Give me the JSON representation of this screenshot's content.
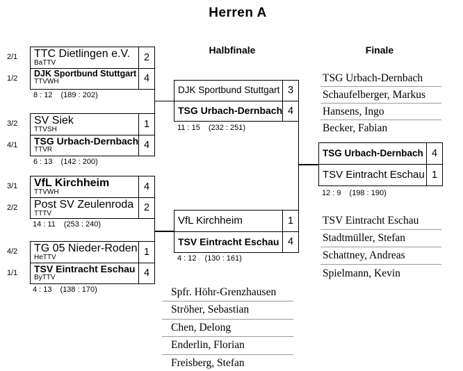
{
  "title": "Herren A",
  "labels": {
    "semifinal": "Halbfinale",
    "final": "Finale"
  },
  "colors": {
    "text": "#000000",
    "background": "#ffffff",
    "line": "#000000",
    "roster_separator": "#999999"
  },
  "round1": {
    "matches": [
      {
        "teams": [
          {
            "seed": "2/1",
            "name": "TTC Dietlingen e.V.",
            "assoc": "BaTTV",
            "score": "2",
            "winner": false
          },
          {
            "seed": "1/2",
            "name": "DJK Sportbund Stuttgart",
            "assoc": "TTVWH",
            "score": "4",
            "winner": true
          }
        ],
        "sets": "8 : 12",
        "balls": "(189 : 202)"
      },
      {
        "teams": [
          {
            "seed": "3/2",
            "name": "SV Siek",
            "assoc": "TTVSH",
            "score": "1",
            "winner": false
          },
          {
            "seed": "4/1",
            "name": "TSG Urbach-Dernbach",
            "assoc": "TTVR",
            "score": "4",
            "winner": true
          }
        ],
        "sets": "6 : 13",
        "balls": "(142 : 200)"
      },
      {
        "teams": [
          {
            "seed": "3/1",
            "name": "VfL Kirchheim",
            "assoc": "TTVWH",
            "score": "4",
            "winner": true
          },
          {
            "seed": "2/2",
            "name": "Post SV Zeulenroda",
            "assoc": "TTTV",
            "score": "2",
            "winner": false
          }
        ],
        "sets": "14 : 11",
        "balls": "(253 : 240)"
      },
      {
        "teams": [
          {
            "seed": "4/2",
            "name": "TG 05 Nieder-Roden",
            "assoc": "HeTTV",
            "score": "1",
            "winner": false
          },
          {
            "seed": "1/1",
            "name": "TSV Eintracht Eschau",
            "assoc": "ByTTV",
            "score": "4",
            "winner": true
          }
        ],
        "sets": "4 : 13",
        "balls": "(138 : 170)"
      }
    ]
  },
  "semifinals": {
    "matches": [
      {
        "teams": [
          {
            "name": "DJK Sportbund Stuttgart",
            "score": "3",
            "winner": false
          },
          {
            "name": "TSG Urbach-Dernbach",
            "score": "4",
            "winner": true
          }
        ],
        "sets": "11 : 15",
        "balls": "(232 : 251)"
      },
      {
        "teams": [
          {
            "name": "VfL Kirchheim",
            "score": "1",
            "winner": false
          },
          {
            "name": "TSV Eintracht Eschau",
            "score": "4",
            "winner": true
          }
        ],
        "sets": "4 : 12",
        "balls": "(130 : 161)"
      }
    ]
  },
  "final": {
    "teams": [
      {
        "name": "TSG Urbach-Dernbach",
        "score": "4",
        "winner": true
      },
      {
        "name": "TSV Eintracht Eschau",
        "score": "1",
        "winner": false
      }
    ],
    "sets": "12 : 9",
    "balls": "(198 : 190)"
  },
  "rosters": {
    "winner": {
      "items": [
        "TSG Urbach-Dernbach",
        "Schaufelberger, Markus",
        "Hansens, Ingo",
        "Becker, Fabian"
      ]
    },
    "runner_up": {
      "items": [
        "TSV Eintracht Eschau",
        "Stadtmüller, Stefan",
        "Schattney, Andreas",
        "Spielmann, Kevin"
      ]
    },
    "third": {
      "items": [
        "Spfr. Höhr-Grenzhausen",
        "Ströher, Sebastian",
        "Chen, Delong",
        "Enderlin, Florian",
        "Freisberg, Stefan"
      ]
    }
  }
}
